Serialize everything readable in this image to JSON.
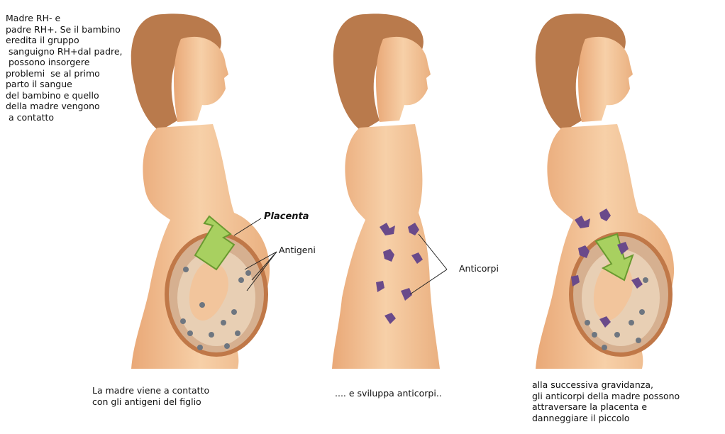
{
  "intro_text": "Madre RH- e\npadre RH+. Se il bambino\neredita il gruppo\n sanguigno RH+dal padre,\n possono insorgere\nproblemi  se al primo\nparto il sangue\ndel bambino e quello\ndella madre vengono\n a contatto",
  "labels": {
    "placenta": "Placenta",
    "antigeni": "Antigeni",
    "anticorpi": "Anticorpi"
  },
  "captions": [
    "La madre viene a contatto\ncon gli antigeni del figlio",
    ".... e sviluppa anticorpi..",
    "alla successiva gravidanza,\ngli anticorpi della madre possono\nattraversare la placenta e\ndanneggiare il piccolo"
  ],
  "colors": {
    "skin": "#f6caa0",
    "skin_shadow": "#e0a070",
    "hair": "#b8784a",
    "womb": "#d9b79a",
    "arrow_green": "#a8d060",
    "antibody_purple": "#6a4a8a",
    "antigen_gray": "#6e7680"
  }
}
